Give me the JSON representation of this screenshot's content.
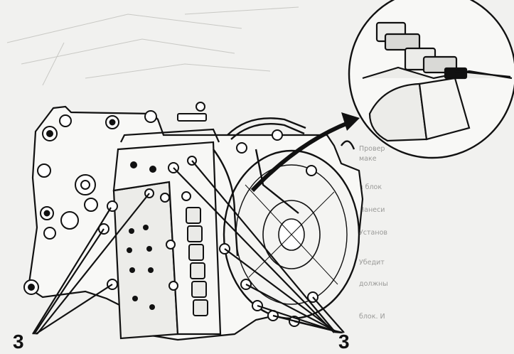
{
  "callouts": {
    "left": "3",
    "right": "3"
  },
  "background_text": [
    "Провер",
    "маке",
    "в блок",
    "Нанеси",
    "Установ",
    "Убедит",
    "должны",
    "блок. И"
  ],
  "colors": {
    "ink": "#111111",
    "paper": "#f1f1ef",
    "faint": "#9a9a98"
  }
}
